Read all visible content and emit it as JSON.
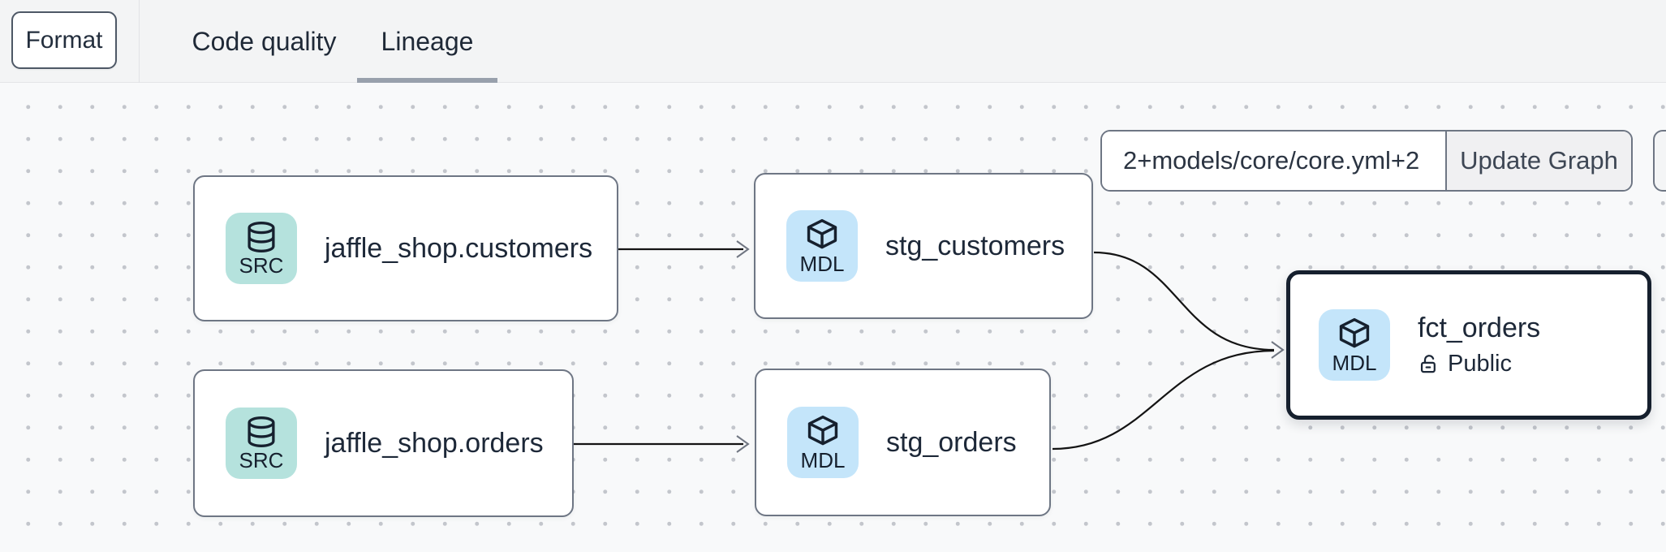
{
  "topbar": {
    "format_label": "Format",
    "tabs": [
      {
        "label": "Code quality",
        "active": false
      },
      {
        "label": "Lineage",
        "active": true
      }
    ]
  },
  "toolbar": {
    "filter_value": "2+models/core/core.yml+2",
    "update_button_label": "Update Graph"
  },
  "nodes": [
    {
      "id": "source.jaffle_shop.customers",
      "title": "jaffle_shop.customers",
      "badge": "SRC",
      "icon": "database-icon",
      "selected": false
    },
    {
      "id": "model.stg_customers",
      "title": "stg_customers",
      "badge": "MDL",
      "icon": "cube-icon",
      "selected": false
    },
    {
      "id": "source.jaffle_shop.orders",
      "title": "jaffle_shop.orders",
      "badge": "SRC",
      "icon": "database-icon",
      "selected": false
    },
    {
      "id": "model.stg_orders",
      "title": "stg_orders",
      "badge": "MDL",
      "icon": "cube-icon",
      "selected": false
    },
    {
      "id": "model.fct_orders",
      "title": "fct_orders",
      "badge": "MDL",
      "icon": "cube-icon",
      "selected": true,
      "access": "Public"
    }
  ],
  "edges": [
    {
      "from": "source.jaffle_shop.customers",
      "to": "model.stg_customers"
    },
    {
      "from": "source.jaffle_shop.orders",
      "to": "model.stg_orders"
    },
    {
      "from": "model.stg_customers",
      "to": "model.fct_orders"
    },
    {
      "from": "model.stg_orders",
      "to": "model.fct_orders"
    }
  ],
  "colors": {
    "topbar_bg": "#f3f4f5",
    "canvas_bg": "#f8f9fa",
    "grid_dot": "#c3c6cc",
    "node_border": "#6e7684",
    "node_selected_border": "#16202e",
    "src_icon_bg": "#b5e2dd",
    "mdl_icon_bg": "#c4e5fa",
    "text_dark": "#1d2838",
    "edge_stroke": "#141414",
    "tab_underline": "#98a0ac",
    "update_btn_bg": "#f0f0f2"
  }
}
